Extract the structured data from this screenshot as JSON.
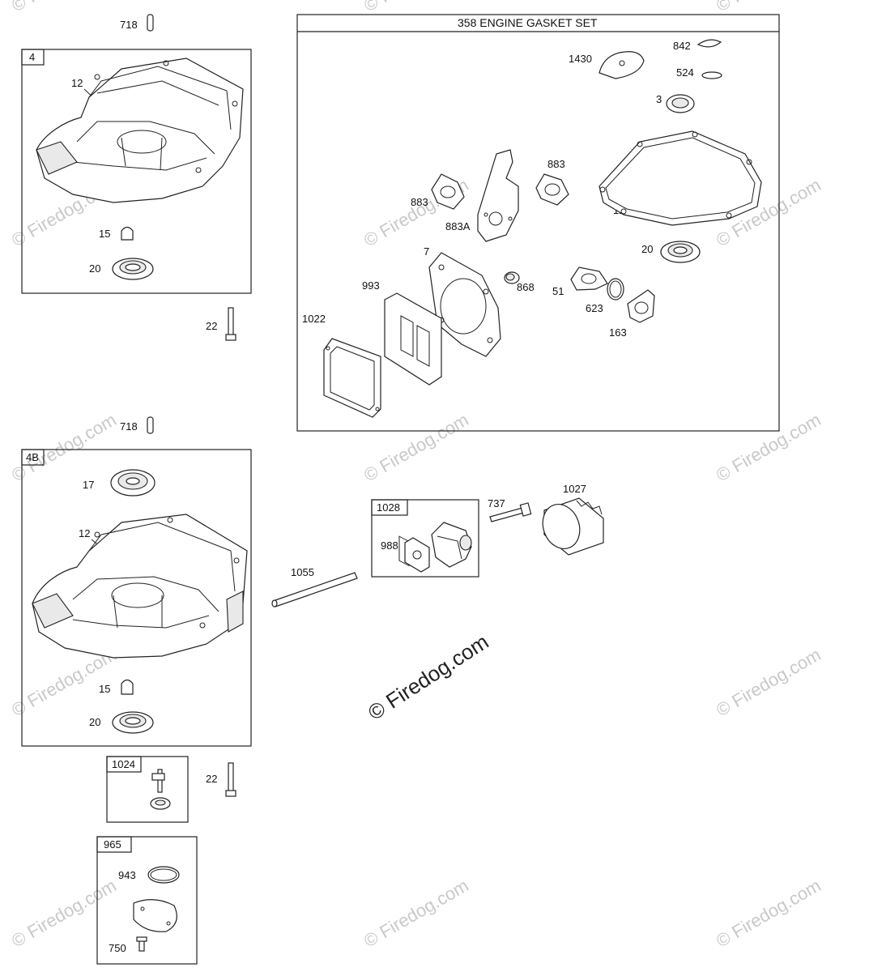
{
  "gasket_set_title": "358 ENGINE GASKET SET",
  "boxes": {
    "box_4": "4",
    "box_4b": "4B",
    "box_1028": "1028",
    "box_1024": "1024",
    "box_965": "965"
  },
  "labels": {
    "p718_top": "718",
    "p12_a": "12",
    "p15_a": "15",
    "p20_a": "20",
    "p22_a": "22",
    "p718_mid": "718",
    "p17": "17",
    "p12_b": "12",
    "p15_b": "15",
    "p20_b": "20",
    "p22_b": "22",
    "p943": "943",
    "p750": "750",
    "p1430": "1430",
    "p842": "842",
    "p524": "524",
    "p3": "3",
    "p883_left": "883",
    "p883a": "883A",
    "p883_right": "883",
    "p12_gasket": "12",
    "p20_gasket": "20",
    "p7": "7",
    "p993": "993",
    "p868": "868",
    "p51": "51",
    "p623": "623",
    "p163": "163",
    "p1022": "1022",
    "p1055": "1055",
    "p988": "988",
    "p737": "737",
    "p1027": "1027"
  },
  "watermark": {
    "main": "© Firedog.com",
    "faint": "© Firedog.com"
  }
}
